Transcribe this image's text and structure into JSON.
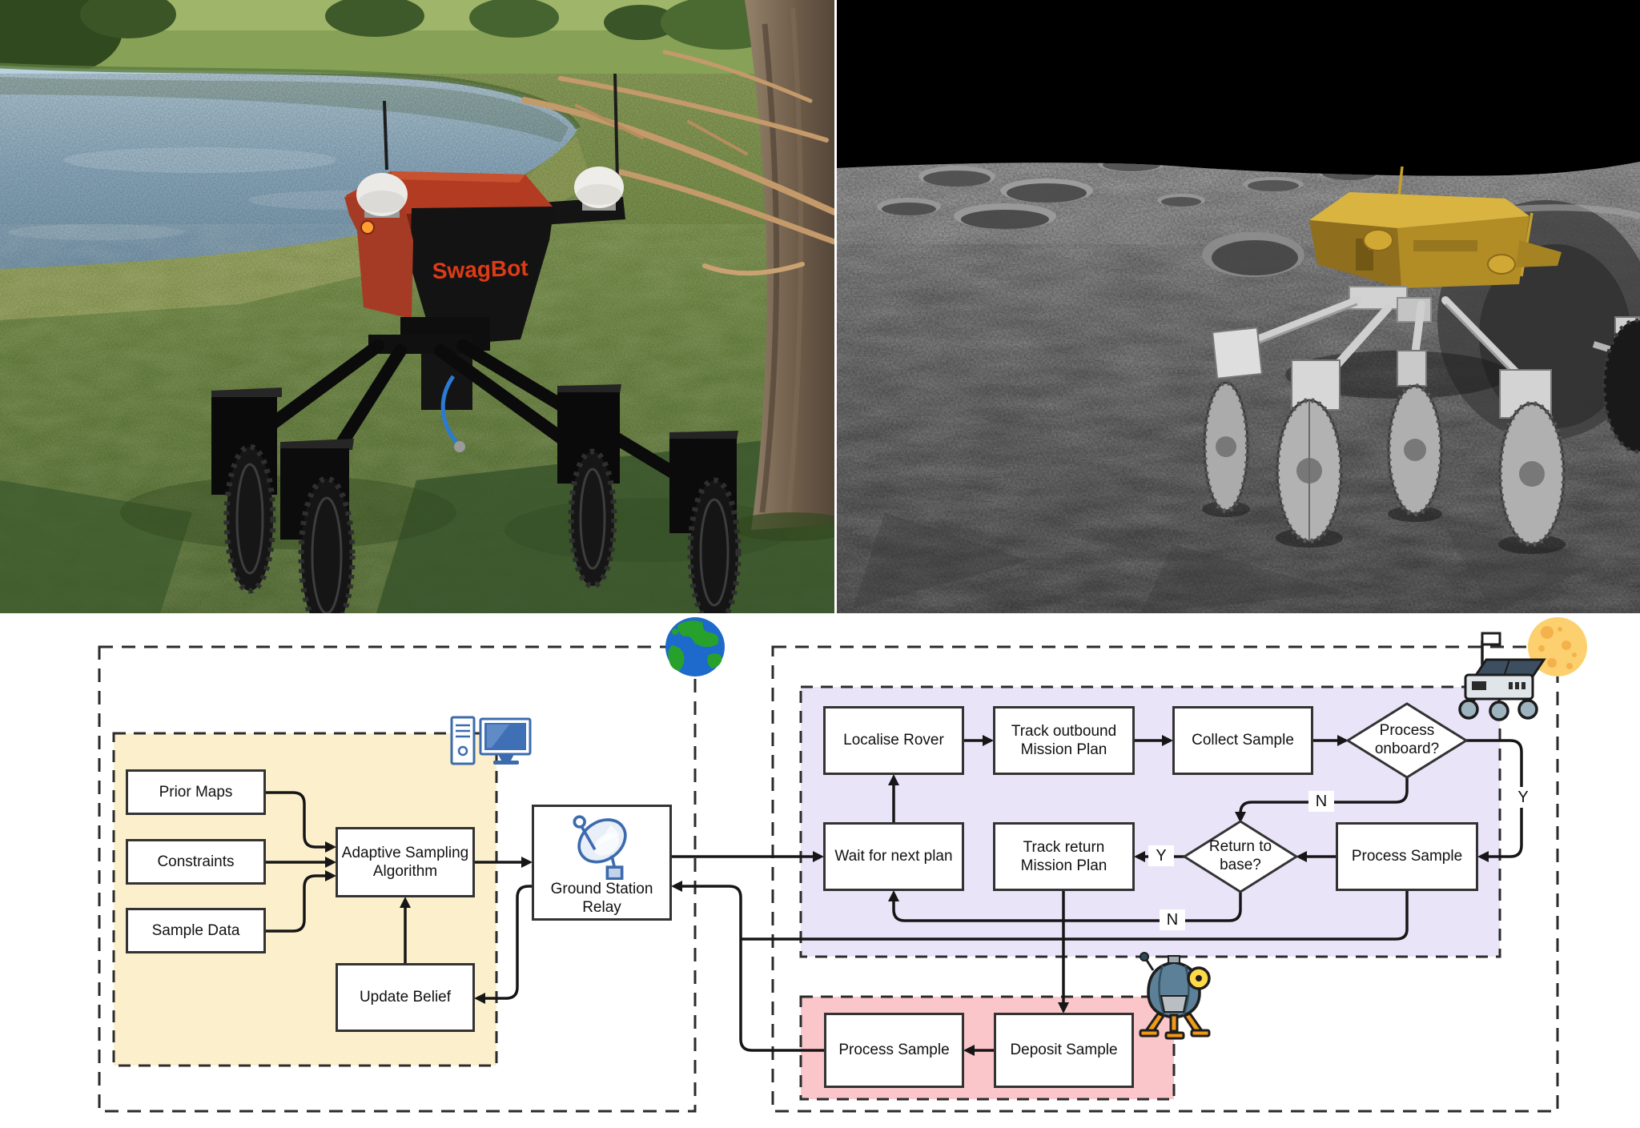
{
  "photos": {
    "left": {
      "label": "SwagBot",
      "description": "SwagBot agricultural robot standing on grass beside a farm dam"
    },
    "right": {
      "description": "Simulated gold lunar rover on cratered grey moon terrain"
    }
  },
  "flowchart": {
    "earth_side": {
      "nodes": {
        "prior_maps": "Prior Maps",
        "constraints": "Constraints",
        "sample_data": "Sample Data",
        "adaptive_sampling": "Adaptive Sampling Algorithm",
        "update_belief": "Update Belief",
        "ground_station": "Ground Station Relay"
      }
    },
    "moon_side": {
      "nodes": {
        "localise_rover": "Localise Rover",
        "track_outbound": "Track outbound Mission Plan",
        "collect_sample": "Collect Sample",
        "process_onboard": "Process onboard?",
        "wait_next_plan": "Wait for next plan",
        "track_return": "Track return Mission Plan",
        "return_to_base": "Return to base?",
        "process_sample_rover": "Process Sample"
      },
      "branch_labels": {
        "process_onboard_no": "N",
        "process_onboard_yes": "Y",
        "return_to_base_yes": "Y",
        "return_to_base_no": "N"
      }
    },
    "lander_side": {
      "nodes": {
        "process_sample_base": "Process Sample",
        "deposit_sample": "Deposit Sample"
      }
    },
    "icons": {
      "earth": "earth-globe-icon",
      "moon": "moon-icon",
      "computer": "desktop-computer-icon",
      "ground_station": "satellite-dish-icon",
      "rover": "rover-icon",
      "lander": "lunar-lander-icon"
    },
    "colors": {
      "earth_region_fill": "#fcf0cc",
      "moon_region_fill": "#eae4f9",
      "lander_region_fill": "#fbc6c9",
      "box_border": "#333333",
      "connector": "#161616"
    }
  }
}
